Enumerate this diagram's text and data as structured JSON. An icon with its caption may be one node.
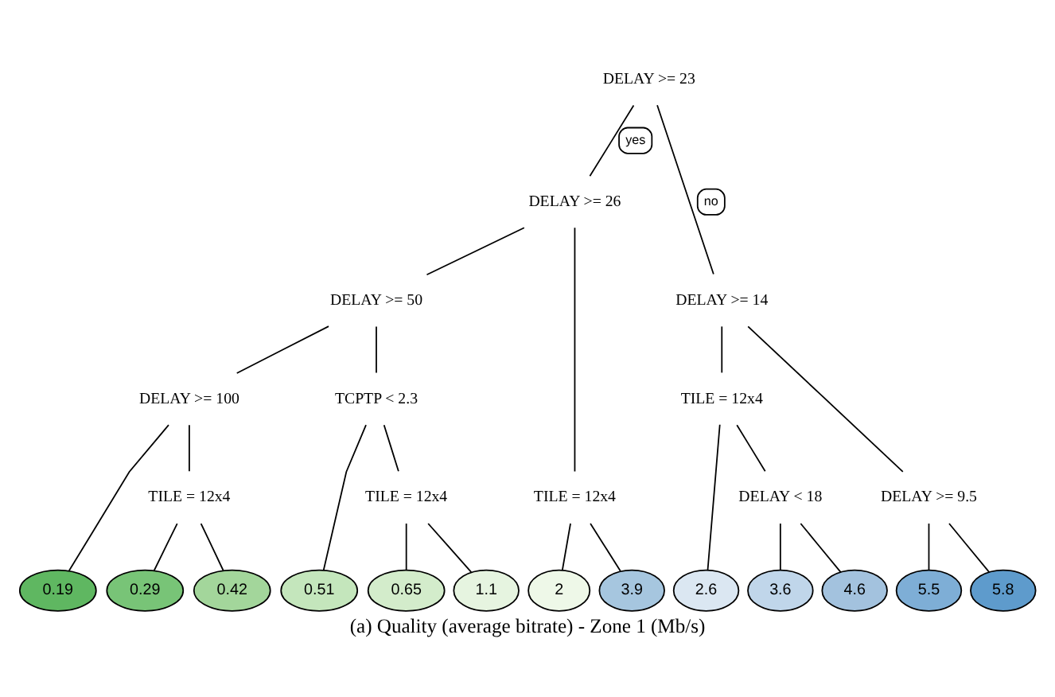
{
  "diagram": {
    "caption": "(a) Quality (average bitrate) - Zone 1 (Mb/s)",
    "nodes": [
      {
        "text": [
          "DELAY >= 23"
        ]
      },
      {
        "text": [
          "DELAY >= 26"
        ]
      },
      {
        "text": [
          "DELAY >= 14"
        ]
      },
      {
        "text": [
          "DELAY >= 50"
        ]
      },
      {
        "text": [
          "TILE = 12x4"
        ]
      },
      {
        "text": [
          "TILE = 12x4"
        ]
      },
      {
        "text": [
          "DELAY >= 9.5"
        ]
      },
      {
        "text": [
          "DELAY >= 100"
        ]
      },
      {
        "text": [
          "TCPTP < 2.3"
        ]
      },
      {
        "text": [
          "DELAY < 18"
        ]
      },
      {
        "text": [
          "TILE = 12x4"
        ]
      },
      {
        "text": [
          "TILE = 12x4"
        ]
      },
      {
        "text": [
          "0.19"
        ]
      },
      {
        "text": [
          "0.29"
        ]
      },
      {
        "text": [
          "0.42"
        ]
      },
      {
        "text": [
          "0.51"
        ]
      },
      {
        "text": [
          "0.65"
        ]
      },
      {
        "text": [
          "1.1"
        ]
      },
      {
        "text": [
          "2"
        ]
      },
      {
        "text": [
          "3.9"
        ]
      },
      {
        "text": [
          "2.6"
        ]
      },
      {
        "text": [
          "3.6"
        ]
      },
      {
        "text": [
          "4.6"
        ]
      },
      {
        "text": [
          "5.5"
        ]
      },
      {
        "text": [
          "5.8"
        ]
      }
    ],
    "edges": [
      {
        "from": 0,
        "to": 1,
        "arrow": "none",
        "label": "yes"
      },
      {
        "from": 0,
        "to": 2,
        "arrow": "none",
        "label": "no"
      },
      {
        "from": 1,
        "to": 3,
        "arrow": "none"
      },
      {
        "from": 1,
        "to": 4,
        "arrow": "none"
      },
      {
        "from": 2,
        "to": 5,
        "arrow": "none"
      },
      {
        "from": 2,
        "to": 6,
        "arrow": "none"
      },
      {
        "from": 3,
        "to": 7,
        "arrow": "none"
      },
      {
        "from": 3,
        "to": 8,
        "arrow": "none"
      },
      {
        "from": 4,
        "to": 18,
        "arrow": "none"
      },
      {
        "from": 4,
        "to": 19,
        "arrow": "none"
      },
      {
        "from": 5,
        "to": 20,
        "arrow": "none"
      },
      {
        "from": 5,
        "to": 9,
        "arrow": "none"
      },
      {
        "from": 6,
        "to": 23,
        "arrow": "none"
      },
      {
        "from": 6,
        "to": 24,
        "arrow": "none"
      },
      {
        "from": 7,
        "to": 12,
        "arrow": "none"
      },
      {
        "from": 7,
        "to": 10,
        "arrow": "none"
      },
      {
        "from": 8,
        "to": 15,
        "arrow": "none"
      },
      {
        "from": 8,
        "to": 11,
        "arrow": "none"
      },
      {
        "from": 9,
        "to": 21,
        "arrow": "none"
      },
      {
        "from": 9,
        "to": 22,
        "arrow": "none"
      },
      {
        "from": 10,
        "to": 13,
        "arrow": "none"
      },
      {
        "from": 10,
        "to": 14,
        "arrow": "none"
      },
      {
        "from": 11,
        "to": 16,
        "arrow": "none"
      },
      {
        "from": 11,
        "to": 17,
        "arrow": "none"
      }
    ]
  }
}
